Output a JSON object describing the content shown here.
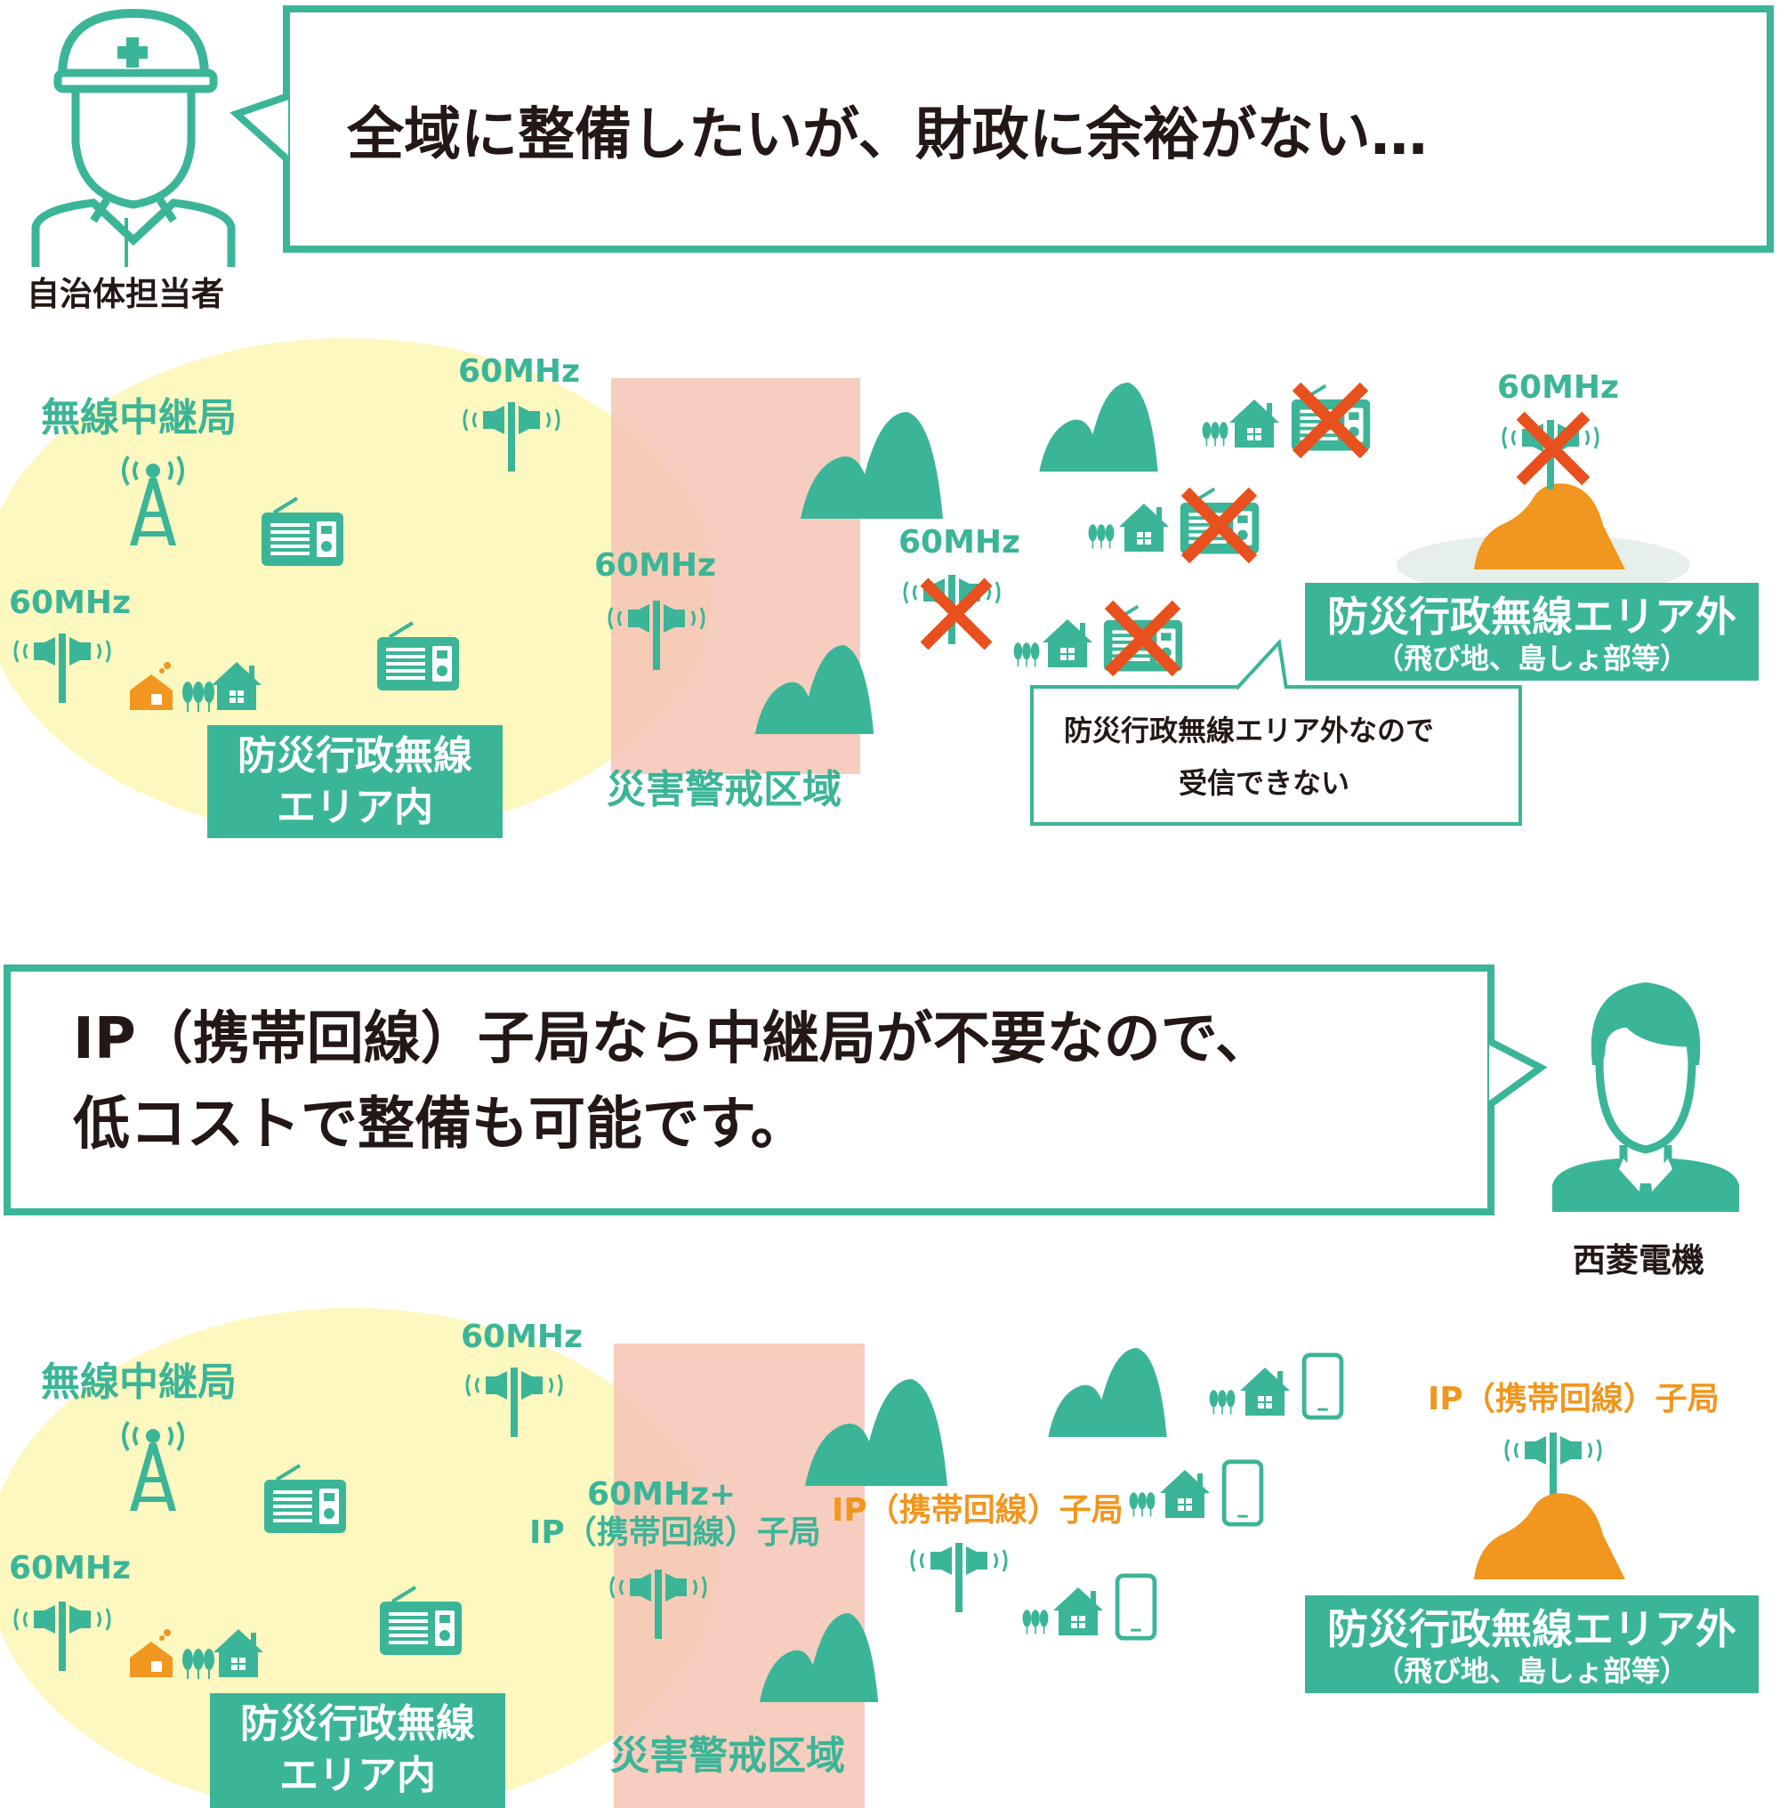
{
  "colors": {
    "green": "#3bb597",
    "yellow": "#fdf8c0",
    "pink": "#f5c4b4",
    "orange": "#f1961e",
    "cross": "#e8501d",
    "text": "#231815"
  },
  "top": {
    "speech": "全域に整備したいが、財政に余裕がない…",
    "person_label": "自治体担当者",
    "relay_label": "無線中継局",
    "freq_label": "60MHz",
    "inside_area_line1": "防災行政無線",
    "inside_area_line2": "エリア内",
    "warning_zone": "災害警戒区域",
    "outside_area_title": "防災行政無線エリア外",
    "outside_area_sub": "（飛び地、島しょ部等）",
    "note_line1": "防災行政無線エリア外なので",
    "note_line2": "受信できない"
  },
  "bottom": {
    "speech_line1": "IP（携帯回線）子局なら中継局が不要なので、",
    "speech_line2": "低コストで整備も可能です。",
    "person_label": "西菱電機",
    "relay_label": "無線中継局",
    "freq_label": "60MHz",
    "combo_line1": "60MHz+",
    "combo_line2": "IP（携帯回線）子局",
    "ip_station": "IP（携帯回線）子局",
    "inside_area_line1": "防災行政無線",
    "inside_area_line2": "エリア内",
    "warning_zone": "災害警戒区域",
    "outside_area_title": "防災行政無線エリア外",
    "outside_area_sub": "（飛び地、島しょ部等）"
  }
}
